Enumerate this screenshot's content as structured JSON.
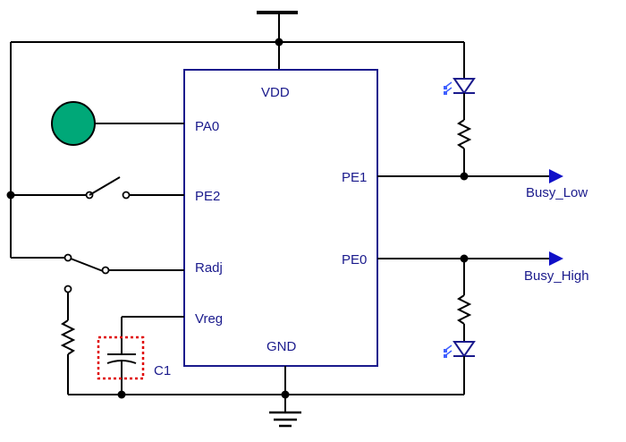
{
  "chip": {
    "pins": {
      "vdd": "VDD",
      "pa0": "PA0",
      "pe2": "PE2",
      "radj": "Radj",
      "vreg": "Vreg",
      "gnd": "GND",
      "pe1": "PE1",
      "pe0": "PE0"
    }
  },
  "nets": {
    "busy_low": "Busy_Low",
    "busy_high": "Busy_High"
  },
  "components": {
    "capacitor_label": "C1"
  },
  "colors": {
    "wire": "#000000",
    "chip_outline": "#1a1a8c",
    "arrow": "#1010c8",
    "button_fill": "#00a878",
    "capacitor_box": "#e00000"
  }
}
